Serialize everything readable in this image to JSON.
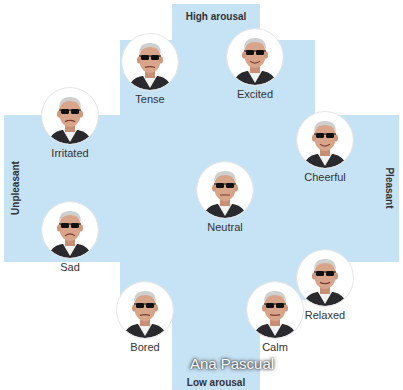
{
  "diagram": {
    "nodes": [
      {
        "text": [
          "Tense"
        ]
      },
      {
        "text": [
          "Excited"
        ]
      },
      {
        "text": [
          "Irritated"
        ]
      },
      {
        "text": [
          "Cheerful"
        ]
      },
      {
        "text": [
          "Neutral"
        ]
      },
      {
        "text": [
          "Sad"
        ]
      },
      {
        "text": [
          "Relaxed"
        ]
      },
      {
        "text": [
          "Bored"
        ]
      },
      {
        "text": [
          "Calm"
        ]
      }
    ],
    "labels": [
      "High arousal",
      "Unpleasant",
      "Pleasant",
      "Low arousal",
      "Ana Pascual"
    ]
  }
}
